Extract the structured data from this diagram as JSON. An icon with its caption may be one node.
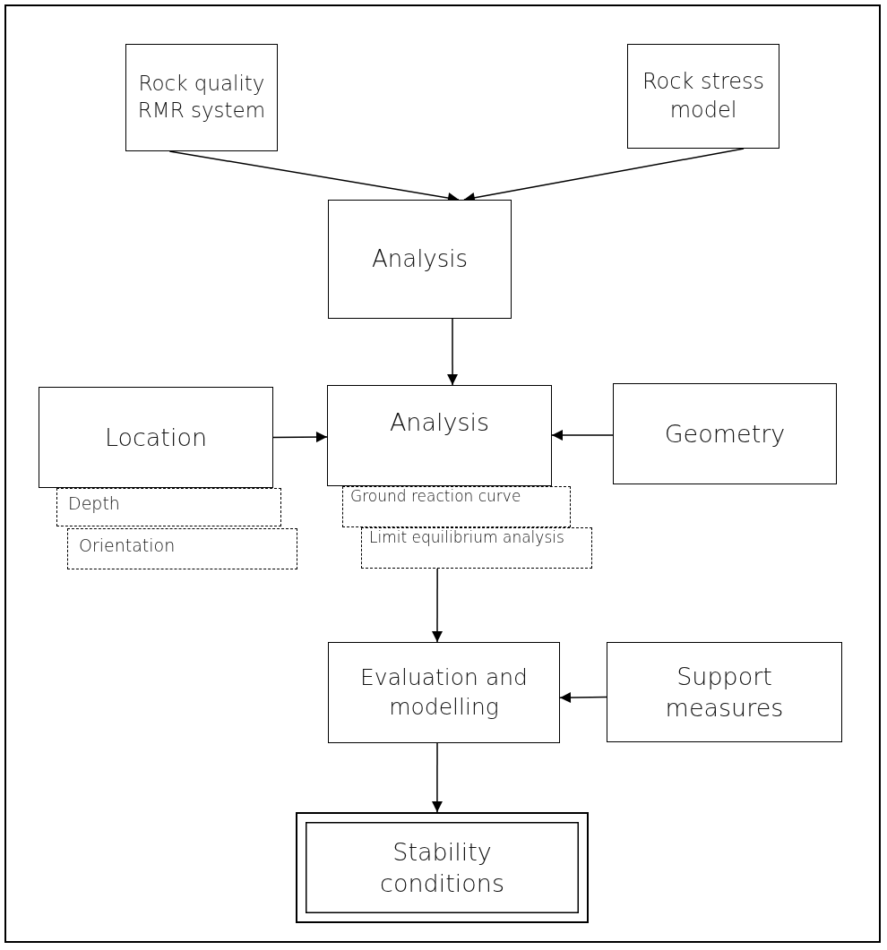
{
  "diagram": {
    "nodes": [
      {
        "text": [
          "Rock quality RMR system"
        ]
      },
      {
        "text": [
          "Rock stress model"
        ]
      },
      {
        "text": [
          "Analysis"
        ]
      },
      {
        "text": [
          "Location"
        ]
      },
      {
        "text": [
          "Analysis"
        ]
      },
      {
        "text": [
          "Geometry"
        ]
      },
      {
        "text": [
          "Depth"
        ]
      },
      {
        "text": [
          "Orientation"
        ]
      },
      {
        "text": [
          "Ground reaction curve"
        ]
      },
      {
        "text": [
          "Limit equilibrium analysis"
        ]
      },
      {
        "text": [
          "Evaluation and modelling"
        ]
      },
      {
        "text": [
          "Support measures"
        ]
      },
      {
        "text": [
          "Stability conditions"
        ]
      }
    ],
    "edges": [
      {
        "from": 0,
        "to": 2,
        "arrow": "to"
      },
      {
        "from": 1,
        "to": 2,
        "arrow": "to"
      },
      {
        "from": 2,
        "to": 4,
        "arrow": "to"
      },
      {
        "from": 3,
        "to": 4,
        "arrow": "to"
      },
      {
        "from": 5,
        "to": 4,
        "arrow": "to"
      },
      {
        "from": 9,
        "to": 10,
        "arrow": "to"
      },
      {
        "from": 11,
        "to": 10,
        "arrow": "to"
      },
      {
        "from": 10,
        "to": 12,
        "arrow": "to"
      }
    ]
  }
}
